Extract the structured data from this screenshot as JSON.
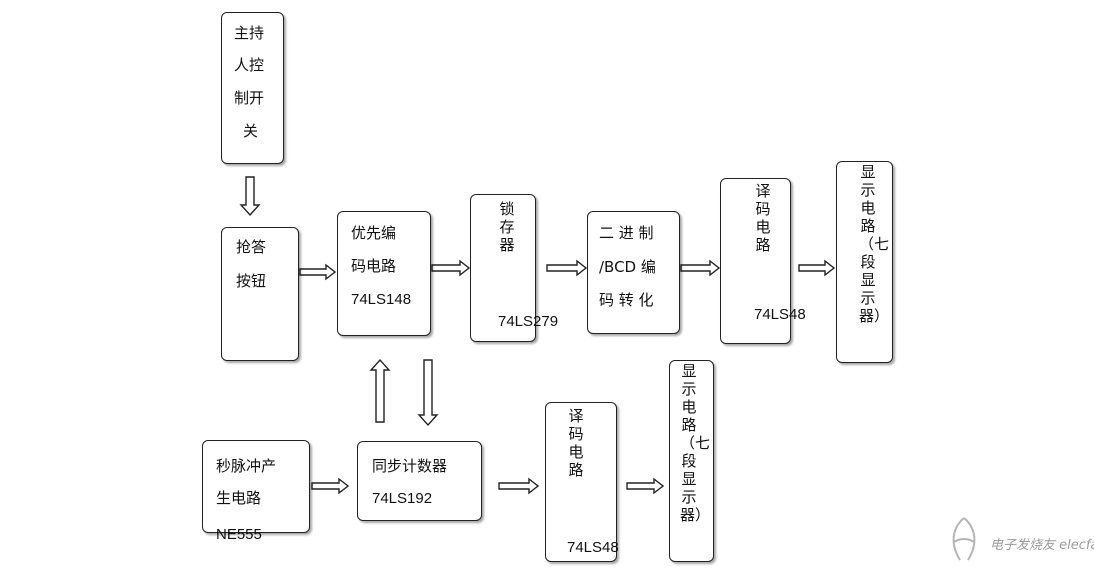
{
  "blocks": {
    "host_switch": {
      "lines": [
        "主持",
        "人控",
        "制开",
        "关"
      ]
    },
    "answer_button": {
      "lines": [
        "抢答",
        "按钮"
      ]
    },
    "priority_encoder": {
      "lines": [
        "优先编",
        "码电路"
      ],
      "part": "74LS148"
    },
    "latch": {
      "text": "锁存器",
      "part": "74LS279"
    },
    "bin_bcd": {
      "lines": [
        "二 进 制",
        "/BCD 编",
        "码 转 化"
      ]
    },
    "decoder_top": {
      "text": "译码电路",
      "part": "74LS48"
    },
    "display_top": {
      "text": "显示电路（七段显示器）"
    },
    "pulse_gen": {
      "lines": [
        "秒脉冲产",
        "生电路"
      ],
      "part": "NE555"
    },
    "sync_counter": {
      "text": "同步计数器",
      "part": "74LS192"
    },
    "decoder_bottom": {
      "text": "译码电路",
      "part": "74LS48"
    },
    "display_bottom": {
      "text": "显示电路（七段显示器）"
    }
  },
  "watermark": {
    "text": "电子发烧友",
    "url_text": "elecfans.com"
  }
}
